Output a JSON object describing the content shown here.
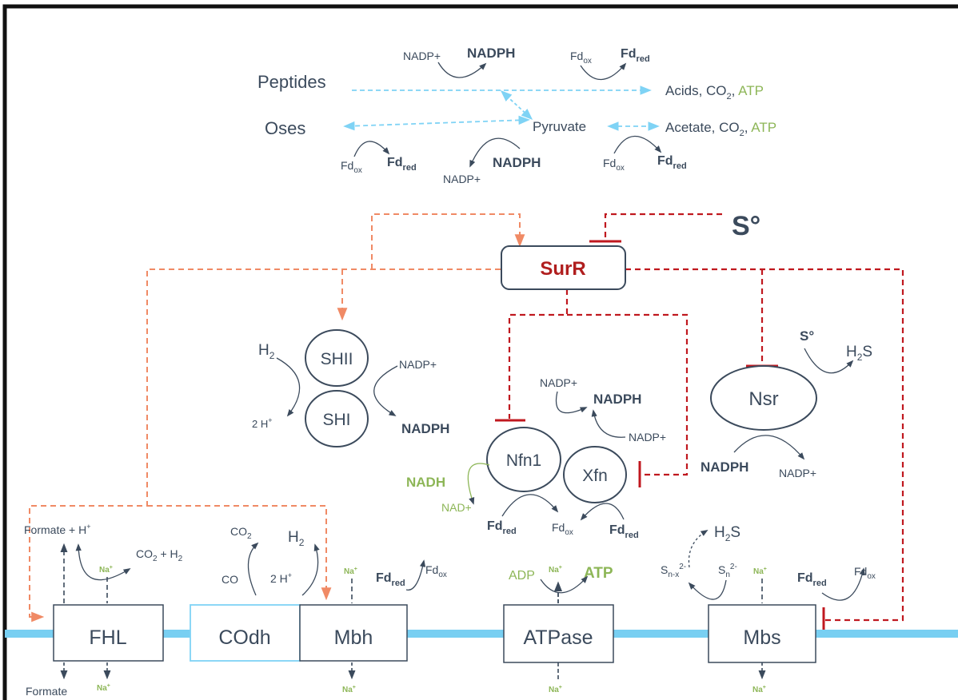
{
  "colors": {
    "text": "#3b4a5c",
    "green": "#8db657",
    "red_line": "#c0181f",
    "salmon_line": "#f08a65",
    "light_blue": "#7fd3f5",
    "membrane": "#78cff2"
  },
  "metabolism": {
    "peptides": "Peptides",
    "oses": "Oses",
    "pyruvate": "Pyruvate",
    "acids": "Acids, CO",
    "acids_sub": "2",
    "acids_sep": ", ",
    "acids_atp": "ATP",
    "acetate": "Acetate, CO",
    "acetate_sub": "2",
    "acetate_sep": ", ",
    "acetate_atp": "ATP",
    "nadp_plus": "NADP+",
    "nadph": "NADPH",
    "fd": "Fd",
    "ox": "ox",
    "red": "red"
  },
  "regulation": {
    "surr": "SurR",
    "sulfur": "S°"
  },
  "hydrogenases": {
    "shii": "SHII",
    "shi": "SHI",
    "h": "H",
    "h_sub": "2",
    "two_h": "2 H",
    "plus": "+",
    "nadp_plus": "NADP+",
    "nadph": "NADPH"
  },
  "nfn": {
    "nfn1": "Nfn1",
    "xfn": "Xfn",
    "nadp_plus_1": "NADP+",
    "nadph": "NADPH",
    "nadp_plus_2": "NADP+",
    "nadh": "NADH",
    "nad_plus": "NAD+",
    "fd": "Fd",
    "red": "red",
    "ox": "ox"
  },
  "nsr": {
    "nsr": "Nsr",
    "s0": "S°",
    "h": "H",
    "h_sub": "2",
    "s": "S",
    "nadph": "NADPH",
    "nadp_plus": "NADP+"
  },
  "membrane": {
    "fhl": "FHL",
    "codh": "COdh",
    "mbh": "Mbh",
    "atpase": "ATPase",
    "mbs": "Mbs",
    "formate_h": "Formate + H",
    "co2_h2_a": "CO",
    "co2_h2_b": "2",
    "co2_h2_c": " + H",
    "co2_h2_d": "2",
    "co2": "CO",
    "co2_sub": "2",
    "co": "CO",
    "two_h": "2 H",
    "h": "H",
    "h_sub": "2",
    "na": "Na",
    "plus": "+",
    "adp": "ADP",
    "atp": "ATP",
    "fd": "Fd",
    "red": "red",
    "ox": "ox",
    "s": "S",
    "s_n_x": "n-x",
    "s_n": "n",
    "s_sup": "2-",
    "formate": "Formate"
  }
}
